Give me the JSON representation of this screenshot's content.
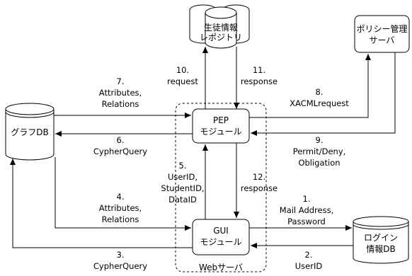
{
  "nodes": {
    "repository": [
      "生徒情報",
      "レポジトリ"
    ],
    "policy_server": [
      "ポリシー管理",
      "サーバ"
    ],
    "graph_db": [
      "グラフDB"
    ],
    "pep_module": [
      "PEP",
      "モジュール"
    ],
    "gui_module": [
      "GUI",
      "モジュール"
    ],
    "login_db": [
      "ログイン",
      "情報DB"
    ],
    "web_server": [
      "Webサーバ"
    ]
  },
  "edges": [
    {
      "id": "e1",
      "lines": [
        "1.",
        "Mail Address,",
        "Password"
      ]
    },
    {
      "id": "e2",
      "lines": [
        "2.",
        "UserID"
      ]
    },
    {
      "id": "e3",
      "lines": [
        "3.",
        "CypherQuery"
      ]
    },
    {
      "id": "e4",
      "lines": [
        "4.",
        "Attributes,",
        "Relations"
      ]
    },
    {
      "id": "e5",
      "lines": [
        "5.",
        "UserID,",
        "StudentID,",
        "DataID"
      ]
    },
    {
      "id": "e6",
      "lines": [
        "6.",
        "CypherQuery"
      ]
    },
    {
      "id": "e7",
      "lines": [
        "7.",
        "Attributes,",
        "Relations"
      ]
    },
    {
      "id": "e8",
      "lines": [
        "8.",
        "XACMLrequest"
      ]
    },
    {
      "id": "e9",
      "lines": [
        "9.",
        "Permit/Deny,",
        "Obligation"
      ]
    },
    {
      "id": "e10",
      "lines": [
        "10.",
        "request"
      ]
    },
    {
      "id": "e11",
      "lines": [
        "11.",
        "response"
      ]
    },
    {
      "id": "e12",
      "lines": [
        "12.",
        "response"
      ]
    }
  ]
}
